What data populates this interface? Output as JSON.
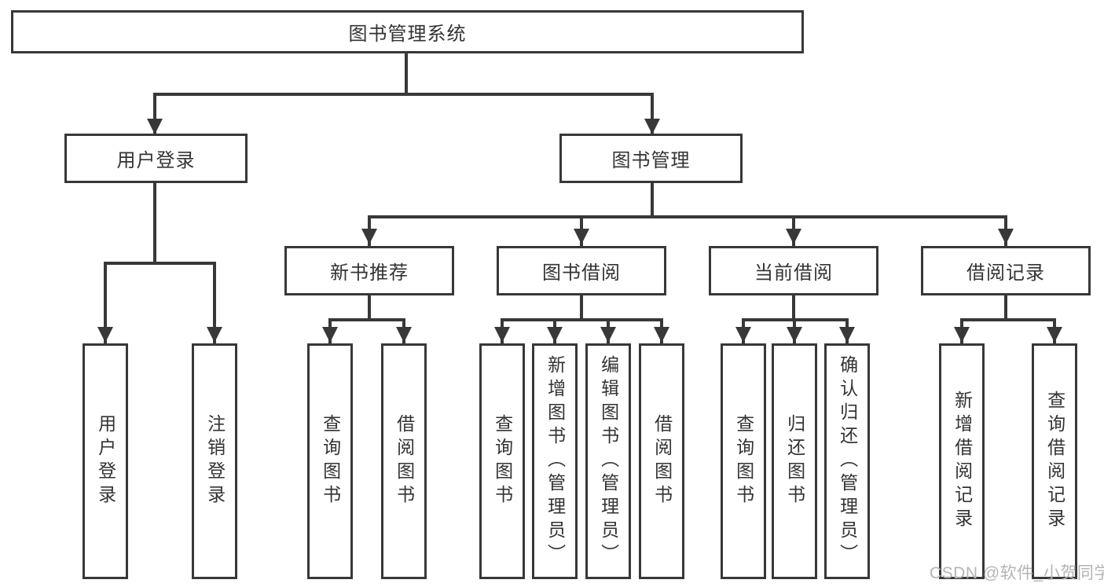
{
  "diagram": {
    "type": "hierarchy-functional-structure",
    "tree": {
      "label": "图书管理系统",
      "children": [
        {
          "label": "用户登录",
          "children": [
            {
              "label": "用户登录"
            },
            {
              "label": "注销登录"
            }
          ]
        },
        {
          "label": "图书管理",
          "children": [
            {
              "label": "新书推荐",
              "children": [
                {
                  "label": "查询图书"
                },
                {
                  "label": "借阅图书"
                }
              ]
            },
            {
              "label": "图书借阅",
              "children": [
                {
                  "label": "查询图书"
                },
                {
                  "label": "新增图书（管理员）"
                },
                {
                  "label": "编辑图书（管理员）"
                },
                {
                  "label": "借阅图书"
                }
              ]
            },
            {
              "label": "当前借阅",
              "children": [
                {
                  "label": "查询图书"
                },
                {
                  "label": "归还图书"
                },
                {
                  "label": "确认归还（管理员）"
                }
              ]
            },
            {
              "label": "借阅记录",
              "children": [
                {
                  "label": "新增借阅记录"
                },
                {
                  "label": "查询借阅记录"
                }
              ]
            }
          ]
        }
      ]
    },
    "colors": {
      "line": "#383838",
      "box_border": "#383838",
      "text": "#333333",
      "background": "#ffffff",
      "watermark": "#b4b4b4"
    }
  },
  "watermark": {
    "text": "CSDN @软件_小贺同学"
  }
}
